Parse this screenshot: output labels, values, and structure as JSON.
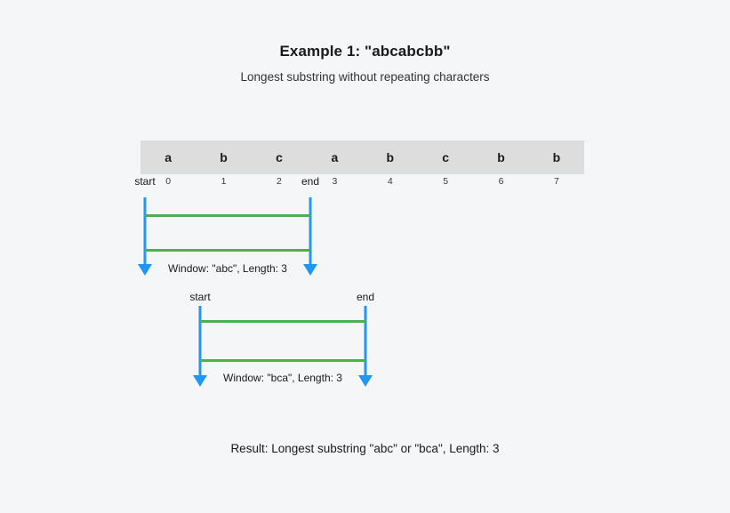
{
  "page": {
    "background_color": "#f5f6f8",
    "title": "Example 1: \"abcabcbb\"",
    "subtitle": "Longest substring without repeating characters",
    "result": "Result: Longest substring \"abc\" or \"bca\", Length: 3"
  },
  "colors": {
    "strip_background": "#dddddd",
    "pointer_blue": "#2196f3",
    "window_green": "#4caf50",
    "text": "#1a1a1a"
  },
  "strip": {
    "characters": [
      "a",
      "b",
      "c",
      "a",
      "b",
      "c",
      "b",
      "b"
    ],
    "indices": [
      "0",
      "1",
      "2",
      "3",
      "4",
      "5",
      "6",
      "7"
    ]
  },
  "windows": [
    {
      "start_label": "start",
      "end_label": "end",
      "start_index": 0,
      "end_index": 3,
      "label": "Window: \"abc\", Length: 3",
      "substring": "abc",
      "length": 3
    },
    {
      "start_label": "start",
      "end_label": "end",
      "start_index": 1,
      "end_index": 4,
      "label": "Window: \"bca\", Length: 3",
      "substring": "bca",
      "length": 3
    }
  ]
}
